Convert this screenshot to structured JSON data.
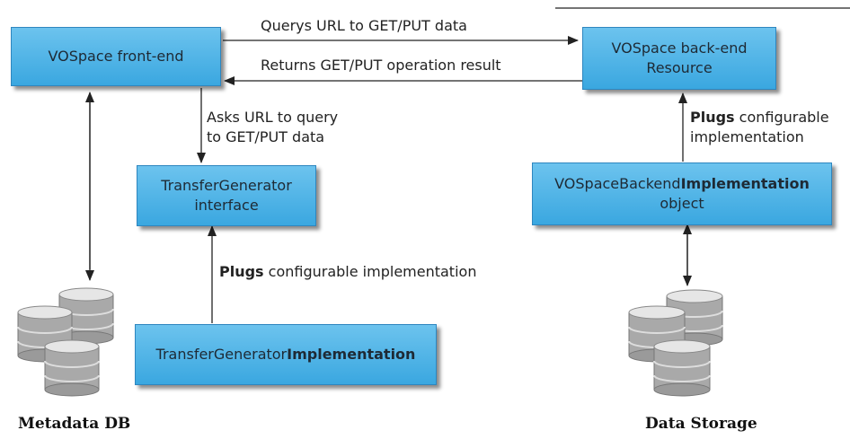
{
  "nodes": {
    "frontend": {
      "line1": "VOSpace front-end"
    },
    "backend": {
      "line1": "VOSpace back-end",
      "line2": "Resource"
    },
    "transfer_interface": {
      "line1": "TransferGenerator",
      "line2": "interface"
    },
    "transfer_impl": {
      "prefix": "TransferGenerator",
      "bold": "Implementation"
    },
    "backend_impl": {
      "prefix": "VOSpaceBackend",
      "bold": "Implementation",
      "line2": "object"
    }
  },
  "edges": {
    "query_url": "Querys URL to GET/PUT data",
    "returns_result": "Returns GET/PUT operation result",
    "asks_url_line1": "Asks URL to query",
    "asks_url_line2": "to GET/PUT data",
    "plugs_left_bold": "Plugs",
    "plugs_left_rest": " configurable implementation",
    "plugs_right_bold": "Plugs",
    "plugs_right_rest": " configurable",
    "plugs_right_line2": "implementation"
  },
  "stores": {
    "metadata_db": "Metadata DB",
    "data_storage": "Data Storage"
  },
  "colors": {
    "box_top": "#6cc3ee",
    "box_bottom": "#3aa7e0",
    "box_border": "#2e86bf",
    "arrow": "#222222",
    "disk_body": "#a9a9a9",
    "disk_light": "#e6e6e6"
  }
}
